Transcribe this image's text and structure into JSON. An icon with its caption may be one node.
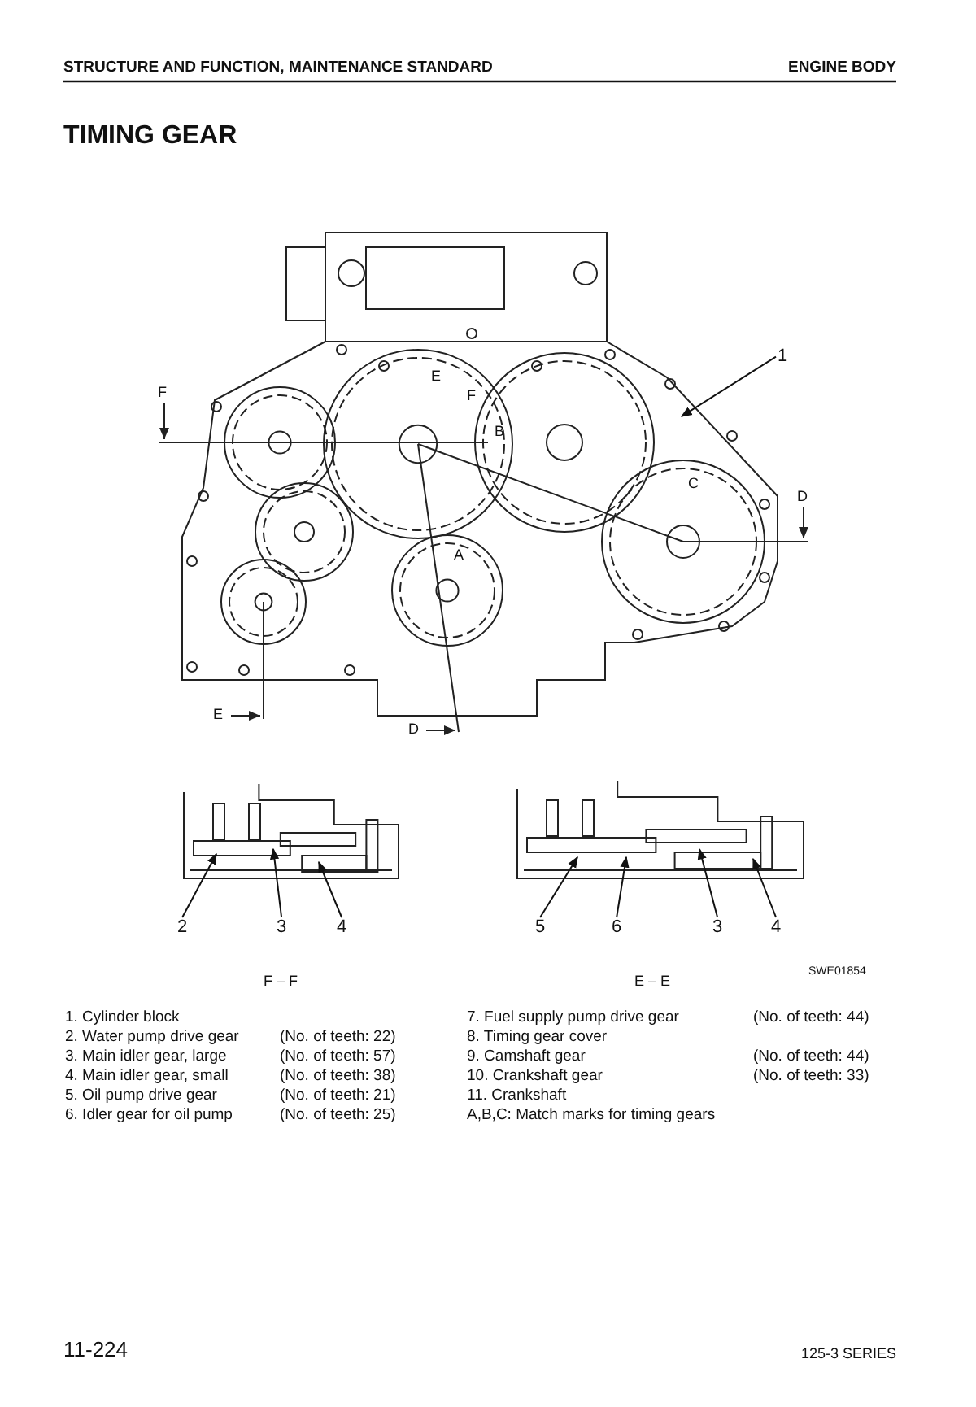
{
  "diagram": {
    "title": "TIMING GEAR",
    "nodes": [
      {
        "text": [
          "1"
        ]
      },
      {
        "text": [
          "2"
        ]
      },
      {
        "text": [
          "3"
        ]
      },
      {
        "text": [
          "4"
        ]
      },
      {
        "text": [
          "5"
        ]
      },
      {
        "text": [
          "6"
        ]
      },
      {
        "text": [
          "3"
        ]
      },
      {
        "text": [
          "4"
        ]
      }
    ],
    "edges": [
      {
        "from": 0,
        "to": null,
        "arrow": "to"
      },
      {
        "from": 1,
        "to": null,
        "arrow": "to"
      },
      {
        "from": 2,
        "to": null,
        "arrow": "to"
      },
      {
        "from": 3,
        "to": null,
        "arrow": "to"
      },
      {
        "from": 4,
        "to": null,
        "arrow": "to"
      },
      {
        "from": 5,
        "to": null,
        "arrow": "to"
      },
      {
        "from": 6,
        "to": null,
        "arrow": "to"
      },
      {
        "from": 7,
        "to": null,
        "arrow": "to"
      }
    ],
    "labels": [
      "STRUCTURE AND FUNCTION, MAINTENANCE STANDARD",
      "ENGINE BODY",
      "F",
      "E",
      "F",
      "B",
      "C",
      "D",
      "A",
      "E",
      "D",
      "F – F",
      "E – E",
      "SWE01854",
      "1. Cylinder block",
      "7. Fuel supply pump drive gear",
      "(No. of teeth: 44)",
      "2. Water pump drive gear",
      "(No. of teeth: 22)",
      "8. Timing gear cover",
      "3. Main idler gear, large",
      "(No. of teeth: 57)",
      "9. Camshaft gear",
      "(No. of teeth: 44)",
      "4. Main idler gear, small",
      "(No. of teeth: 38)",
      "10. Crankshaft gear",
      "(No. of teeth: 33)",
      "5. Oil pump drive gear",
      "(No. of teeth: 21)",
      "11. Crankshaft",
      "6. Idler gear for oil pump",
      "(No. of teeth: 25)",
      "A,B,C: Match marks for timing gears",
      "11-224",
      "125-3 SERIES"
    ]
  }
}
